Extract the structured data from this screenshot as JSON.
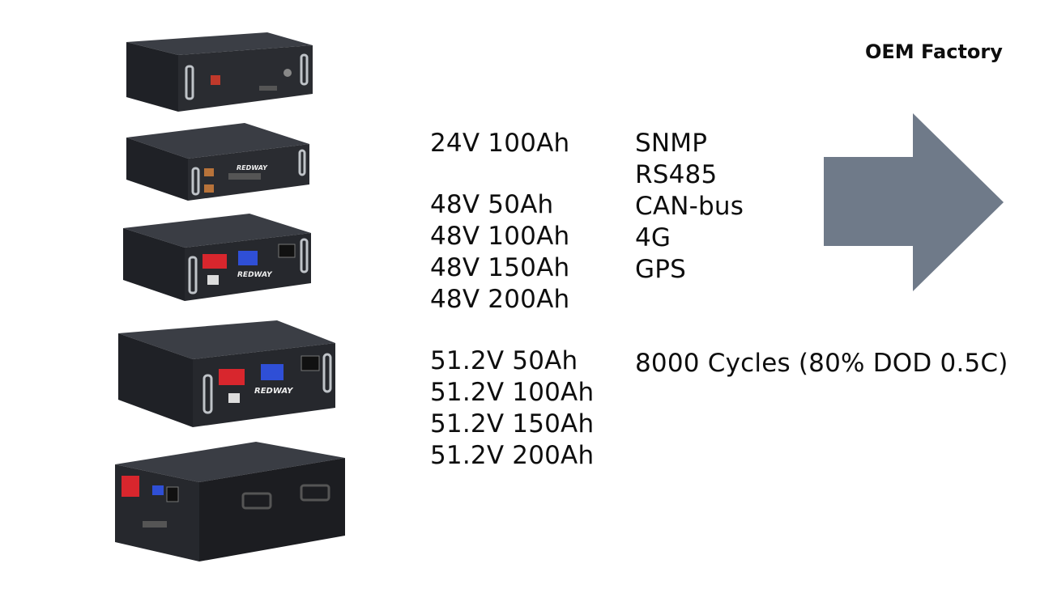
{
  "header": {
    "label": "OEM Factory"
  },
  "specs": {
    "group_24v": [
      "24V 100Ah"
    ],
    "group_48v": [
      "48V 50Ah",
      "48V 100Ah",
      "48V 150Ah",
      "48V 200Ah"
    ],
    "group_51v": [
      "51.2V 50Ah",
      "51.2V 100Ah",
      "51.2V 150Ah",
      "51.2V 200Ah"
    ]
  },
  "comms": [
    "SNMP",
    "RS485",
    "CAN-bus",
    "4G",
    "GPS"
  ],
  "cycles": "8000 Cycles (80% DOD 0.5C)",
  "brand": "REDWAY",
  "colors": {
    "arrow": "#6f7a89",
    "battery_body": "#2a2c31",
    "battery_top": "#3a3d44",
    "terminal_red": "#d8262d"
  }
}
